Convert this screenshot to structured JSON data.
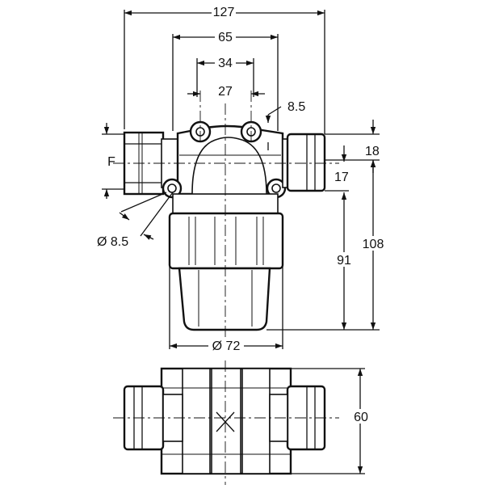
{
  "drawing": {
    "dimensions": {
      "overall_width": "127",
      "flange_width": "65",
      "hole_spacing_outer": "34",
      "hole_spacing_inner": "27",
      "hole_diameter_top": "8.5",
      "hole_diameter_bottom": "Ø 8.5",
      "bowl_diameter": "Ø 72",
      "height_total": "108",
      "height_bowl": "91",
      "inlet_offset": "18",
      "outlet_offset": "17",
      "thread_label": "F",
      "body_depth": "60"
    }
  }
}
